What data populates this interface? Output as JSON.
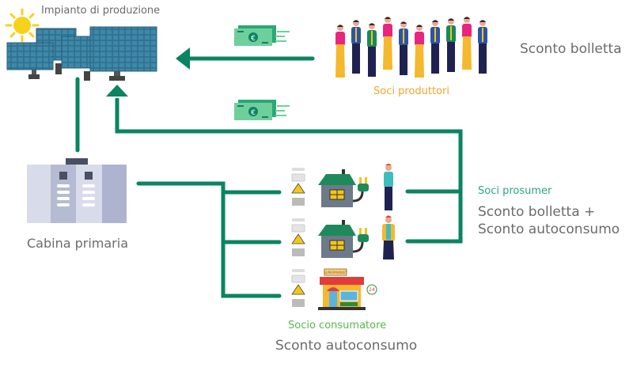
{
  "labels": {
    "plant": "Impianto di produzione",
    "cabin": "Cabina primaria",
    "producers": "Soci produttori",
    "producers_benefit": "Sconto bolletta",
    "prosumers": "Soci prosumer",
    "prosumers_benefit_line1": "Sconto bolletta +",
    "prosumers_benefit_line2": "Sconto autoconsumo",
    "consumer": "Socio consumatore",
    "consumer_benefit": "Sconto autoconsumo",
    "shop_sign": "SUPERMARKET",
    "shop_hours": "24"
  },
  "colors": {
    "line_green": "#0a8461",
    "money_green": "#5fc494",
    "producers_orange": "#f4a52a",
    "prosumer_green": "#2aa876",
    "consumer_green": "#56b94c",
    "text_gray": "#6b6b6b",
    "panel_blue": "#2f6f8f",
    "roof_green": "#1e8a5c",
    "house_gray": "#6c7a8a",
    "shop_red": "#e23b3b",
    "shop_yellow": "#f5b82e",
    "sun_yellow": "#f7d21c"
  },
  "icons": {
    "sun": "sun-icon",
    "solar_panels": "solar-panel-icon",
    "money": "euro-banknote-icon",
    "people": "person-icon",
    "cabin": "electrical-cabin-icon",
    "meter": "electric-meter-icon",
    "house": "house-with-plug-icon",
    "shop": "supermarket-icon"
  },
  "producers_people": [
    {
      "shirt": "#e8267f",
      "legs": "#f5b82e",
      "type": "f"
    },
    {
      "shirt": "#2c55a8",
      "legs": "#1f2250",
      "type": "m"
    },
    {
      "shirt": "#17895c",
      "legs": "#1f2250",
      "type": "m"
    },
    {
      "shirt": "#e8267f",
      "legs": "#f5b82e",
      "type": "f"
    },
    {
      "shirt": "#2c55a8",
      "legs": "#1f2250",
      "type": "m"
    },
    {
      "shirt": "#e8267f",
      "legs": "#f5b82e",
      "type": "f"
    },
    {
      "shirt": "#2c55a8",
      "legs": "#1f2250",
      "type": "m"
    },
    {
      "shirt": "#17895c",
      "legs": "#1f2250",
      "type": "m"
    },
    {
      "shirt": "#e8267f",
      "legs": "#f5b82e",
      "type": "f"
    },
    {
      "shirt": "#2c55a8",
      "legs": "#1f2250",
      "type": "m"
    }
  ]
}
